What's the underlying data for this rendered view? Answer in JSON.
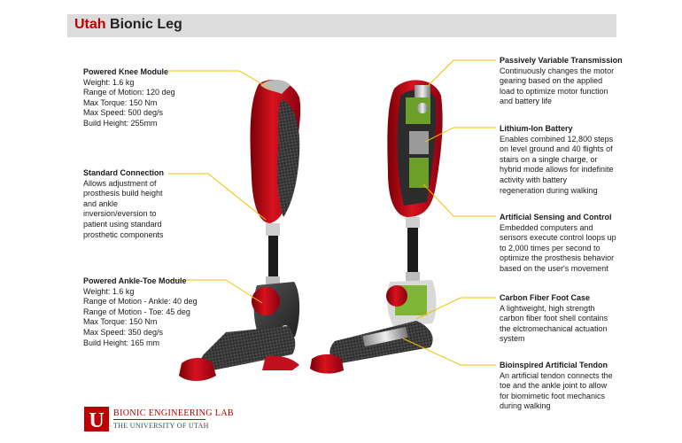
{
  "title": {
    "brand": "Utah",
    "rest": "Bionic Leg"
  },
  "left_blocks": [
    {
      "heading": "Powered Knee Module",
      "lines": [
        "Weight: 1.6 kg",
        "Range of Motion: 120 deg",
        "Max Torque: 150 Nm",
        "Max Speed: 500 deg/s",
        "Build Height: 255mm"
      ]
    },
    {
      "heading": "Standard Connection",
      "lines": [
        "Allows adjustment of",
        "prosthesis build height",
        "and ankle",
        "inversion/eversion to",
        "patient using standard",
        "prosthetic components"
      ]
    },
    {
      "heading": "Powered Ankle-Toe Module",
      "lines": [
        "Weight: 1.6 kg",
        "Range of Motion - Ankle: 40 deg",
        "Range of Motion - Toe: 45 deg",
        "Max Torque: 150 Nm",
        "Max Speed: 350 deg/s",
        "Build Height: 165 mm"
      ]
    }
  ],
  "right_blocks": [
    {
      "heading": "Passively Variable Transmission",
      "lines": [
        "Continuously changes the motor",
        "gearing based on the applied",
        "load to optimize motor function",
        "and battery life"
      ]
    },
    {
      "heading": "Lithium-Ion Battery",
      "lines": [
        "Enables combined 12,800 steps",
        "on level ground and 40 flights of",
        "stairs on a single charge, or",
        "hybrid mode allows for indefinite",
        "activity with battery",
        "regeneration during walking"
      ]
    },
    {
      "heading": "Artificial Sensing and Control",
      "lines": [
        "Embedded computers and",
        "sensors execute control loops up",
        "to 2,000 times per second to",
        "optimize the prosthesis behavior",
        "based on the user's movement"
      ]
    },
    {
      "heading": "Carbon Fiber Foot Case",
      "lines": [
        "A lightweight, high strength",
        "carbon fiber foot shell contains",
        "the elctromechanical actuation",
        "system"
      ]
    },
    {
      "heading": "Bioinspired Artificial Tendon",
      "lines": [
        "An artificial tendon connects the",
        "toe and the ankle joint to allow",
        "for biomimetic foot mechanics",
        "during walking"
      ]
    }
  ],
  "logo": {
    "letter": "U",
    "lab": "BIONIC ENGINEERING LAB",
    "university": "THE UNIVERSITY OF UTAH"
  },
  "colors": {
    "brand_red": "#be0000",
    "callout_line": "#f0c000",
    "title_bar": "#dcdcdc",
    "shell_red": "#c8101c",
    "carbon": "#3a3a3a"
  }
}
